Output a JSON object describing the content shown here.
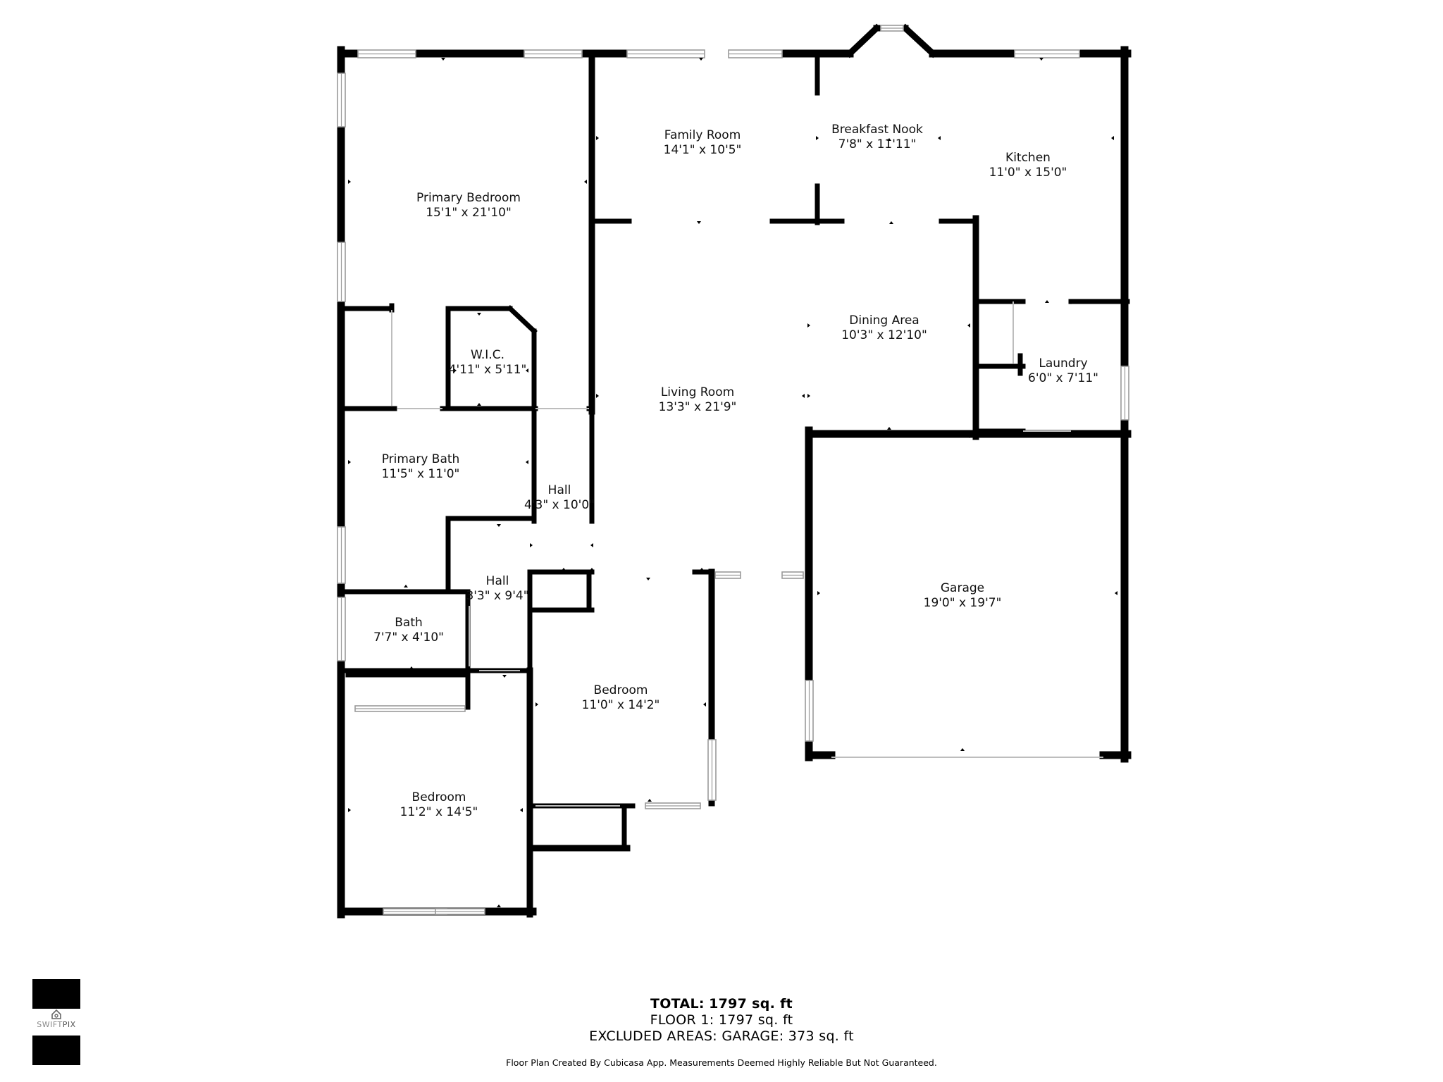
{
  "rooms": {
    "primary_bedroom": {
      "name": "Primary Bedroom",
      "dims": "15'1\" x 21'10\""
    },
    "family_room": {
      "name": "Family Room",
      "dims": "14'1\" x 10'5\""
    },
    "breakfast_nook": {
      "name": "Breakfast Nook",
      "dims": "7'8\" x 11'11\""
    },
    "kitchen": {
      "name": "Kitchen",
      "dims": "11'0\" x 15'0\""
    },
    "dining_area": {
      "name": "Dining Area",
      "dims": "10'3\" x 12'10\""
    },
    "wic": {
      "name": "W.I.C.",
      "dims": "4'11\" x 5'11\""
    },
    "laundry": {
      "name": "Laundry",
      "dims": "6'0\" x 7'11\""
    },
    "living_room": {
      "name": "Living Room",
      "dims": "13'3\" x 21'9\""
    },
    "primary_bath": {
      "name": "Primary Bath",
      "dims": "11'5\" x 11'0\""
    },
    "hall_1": {
      "name": "Hall",
      "dims": "4'3\" x 10'0\""
    },
    "hall_2": {
      "name": "Hall",
      "dims": "3'3\" x 9'4\""
    },
    "garage": {
      "name": "Garage",
      "dims": "19'0\" x 19'7\""
    },
    "bath": {
      "name": "Bath",
      "dims": "7'7\" x 4'10\""
    },
    "bedroom_1": {
      "name": "Bedroom",
      "dims": "11'0\" x 14'2\""
    },
    "bedroom_2": {
      "name": "Bedroom",
      "dims": "11'2\" x 14'5\""
    }
  },
  "summary": {
    "total_label": "TOTAL:",
    "total_value": "1797 sq. ft",
    "floor": "FLOOR 1: 1797 sq. ft",
    "excluded": "EXCLUDED AREAS: GARAGE: 373 sq. ft"
  },
  "disclaimer": "Floor Plan Created By Cubicasa App. Measurements Deemed Highly Reliable But Not Guaranteed.",
  "logo": {
    "text_a": "SWIFT",
    "text_b": "PIX"
  }
}
